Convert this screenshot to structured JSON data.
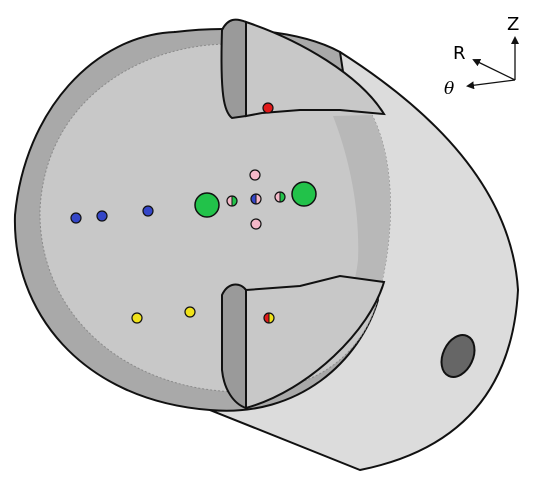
{
  "axes": {
    "z_label": "Z",
    "r_label": "R",
    "theta_label": "θ"
  },
  "colors": {
    "outline": "#111111",
    "cylinder_body": "#dcdcdc",
    "rim": "#a9a9a9",
    "rim_shadow": "#9a9a9a",
    "face": "#c8c8c8",
    "side_port": "#666666",
    "red": "#e01a1a",
    "green": "#22c24a",
    "blue": "#3446c8",
    "pink": "#f4b8c8",
    "yellow": "#f0e21a"
  },
  "markers": {
    "blue": [
      "probe-blue-1",
      "probe-blue-2",
      "probe-blue-3"
    ],
    "green": [
      "probe-green-large-left",
      "probe-green-large-right"
    ],
    "split": [
      "probe-green-pink-left",
      "probe-blue-pink-center",
      "probe-green-pink-right",
      "probe-red-yellow"
    ],
    "pink": [
      "probe-pink-top",
      "probe-pink-bottom"
    ],
    "yellow": [
      "probe-yellow-1",
      "probe-yellow-2"
    ],
    "red": [
      "probe-red-top"
    ]
  }
}
